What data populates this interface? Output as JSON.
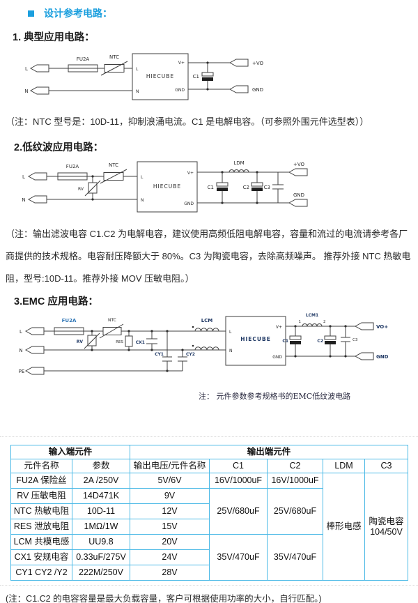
{
  "page": {
    "title": "设计参考电路：",
    "accent_color": "#1b9fde",
    "table_border_color": "#4ab9e6"
  },
  "sections": {
    "s1": "1. 典型应用电路：",
    "s2": "2.低纹波应用电路：",
    "s3": "3.EMC 应用电路："
  },
  "notes": {
    "note1": "（注：NTC 型号是：10D-11，抑制浪涌电流。C1 是电解电容。（可参照外围元件选型表））",
    "note2": "（注：输出滤波电容 C1.C2 为电解电容，建议使用高频低阻电解电容，容量和流过的电流请参考各厂商提供的技术规格。电容耐压降额大于 80%。C3 为陶瓷电容，去除高频噪声。 推荐外接 NTC 热敏电阻，型号:10D-11。推荐外接 MOV 压敏电阻。）",
    "note3": "注： 元件参数参考规格书的EMC低纹波电路",
    "note4": "(注：C1.C2 的电容容量是最大负载容量，客户可根据使用功率的大小，自行匹配。)"
  },
  "circuit1": {
    "in_l": "L",
    "in_n": "N",
    "fuse": "FU2A",
    "ntc": "NTC",
    "box": "HIECUBE",
    "pin_l": "L",
    "pin_n": "N",
    "pin_vp": "V+",
    "pin_gnd": "GND",
    "c1": "C1",
    "out_v": "+VO",
    "out_g": "GND"
  },
  "circuit2": {
    "in_l": "L",
    "in_n": "N",
    "fuse": "FU2A",
    "rv": "RV",
    "ntc": "NTC",
    "box": "HIECUBE",
    "pin_l": "L",
    "pin_n": "N",
    "pin_vp": "V+",
    "pin_gnd": "GND",
    "c1": "C1",
    "ldm": "LDM",
    "c2": "C2",
    "c3": "C3",
    "out_v": "+VO",
    "out_g": "GND"
  },
  "circuit3": {
    "in_l": "L",
    "in_n": "N",
    "in_pe": "PE",
    "fuse": "FU2A",
    "rv": "RV",
    "ntc": "NTC",
    "res": "RES",
    "cx1": "CX1",
    "cy1": "CY1",
    "cy2": "CY2",
    "lcm": "LCM",
    "box": "HIECUBE",
    "pin_l": "L",
    "pin_n": "N",
    "pin_vp": "V+",
    "pin_gnd": "GND",
    "c1": "C1",
    "lcm1": "LCM1",
    "lcm1_p1": "1",
    "lcm1_p2": "2",
    "c2": "C2",
    "c3": "C3",
    "out_v": "VO+",
    "out_g": "GND"
  },
  "table": {
    "group_headers": [
      "输入端元件",
      "输出端元件"
    ],
    "col_headers": [
      "元件名称",
      "参数",
      "输出电压/元件名称",
      "C1",
      "C2",
      "LDM",
      "C3"
    ],
    "rows": [
      [
        "FU2A 保险丝",
        "2A /250V",
        "5V/6V",
        "16V/1000uF",
        "16V/1000uF"
      ],
      [
        "RV 压敏电阻",
        "14D471K",
        "9V"
      ],
      [
        "NTC 热敏电阻",
        "10D-11",
        "12V"
      ],
      [
        "RES 泄放电阻",
        "1MΩ/1W",
        "15V"
      ],
      [
        "LCM 共模电感",
        "UU9.8",
        "20V"
      ],
      [
        "CX1 安规电容",
        "0.33uF/275V",
        "24V"
      ],
      [
        "CY1 CY2 /Y2",
        "222M/250V",
        "28V"
      ]
    ],
    "merged": {
      "c1_mid": "25V/680uF",
      "c2_mid": "25V/680uF",
      "c1_low": "35V/470uF",
      "c2_low": "35V/470uF",
      "ldm": "棒形电感",
      "c3_name": "陶瓷电容",
      "c3_value": "104/50V"
    }
  }
}
